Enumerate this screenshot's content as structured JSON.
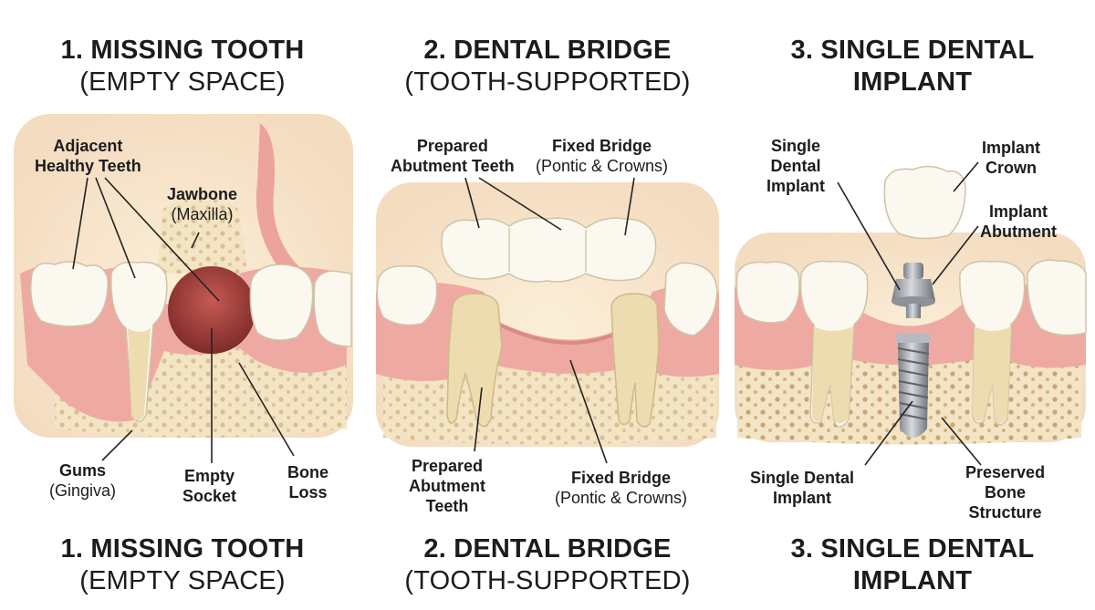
{
  "panels": [
    {
      "title": {
        "line1": "1. MISSING TOOTH",
        "line2": "(EMPTY SPACE)"
      },
      "labels": {
        "adjacent": {
          "line1": "Adjacent",
          "line2": "Healthy Teeth"
        },
        "jawbone": {
          "name": "Jawbone",
          "detail": "(Maxilla)"
        },
        "gums": {
          "name": "Gums",
          "detail": "(Gingiva)"
        },
        "socket": {
          "line1": "Empty",
          "line2": "Socket"
        },
        "boneloss": {
          "line1": "Bone",
          "line2": "Loss"
        }
      }
    },
    {
      "title": {
        "line1": "2. DENTAL BRIDGE",
        "line2": "(TOOTH-SUPPORTED)"
      },
      "labels": {
        "prepared_top": {
          "line1": "Prepared",
          "line2": "Abutment Teeth"
        },
        "bridge_top": {
          "name": "Fixed Bridge",
          "detail": "(Pontic & Crowns)"
        },
        "prepared_bottom": {
          "line1": "Prepared",
          "line2": "Abutment",
          "line3": "Teeth"
        },
        "bridge_bottom": {
          "name": "Fixed Bridge",
          "detail": "(Pontic & Crowns)"
        }
      }
    },
    {
      "title": {
        "line1": "3. SINGLE DENTAL",
        "line2": "IMPLANT"
      },
      "labels": {
        "implant_top": {
          "line1": "Single",
          "line2": "Dental",
          "line3": "Implant"
        },
        "crown": {
          "line1": "Implant",
          "line2": "Crown"
        },
        "abutment": {
          "line1": "Implant",
          "line2": "Abutment"
        },
        "implant_bottom": {
          "line1": "Single Dental",
          "line2": "Implant"
        },
        "preserved": {
          "line1": "Preserved",
          "line2": "Bone",
          "line3": "Structure"
        }
      }
    }
  ],
  "colors": {
    "gum": "#eeaaa2",
    "gum_dark": "#d98a84",
    "bone": "#f3e4c4",
    "bone_dot": "#d6b98a",
    "tooth": "#fbf8f0",
    "root": "#ecdcb0",
    "socket": "#a8423f",
    "metal": "#a8acb3",
    "line": "#222222"
  }
}
